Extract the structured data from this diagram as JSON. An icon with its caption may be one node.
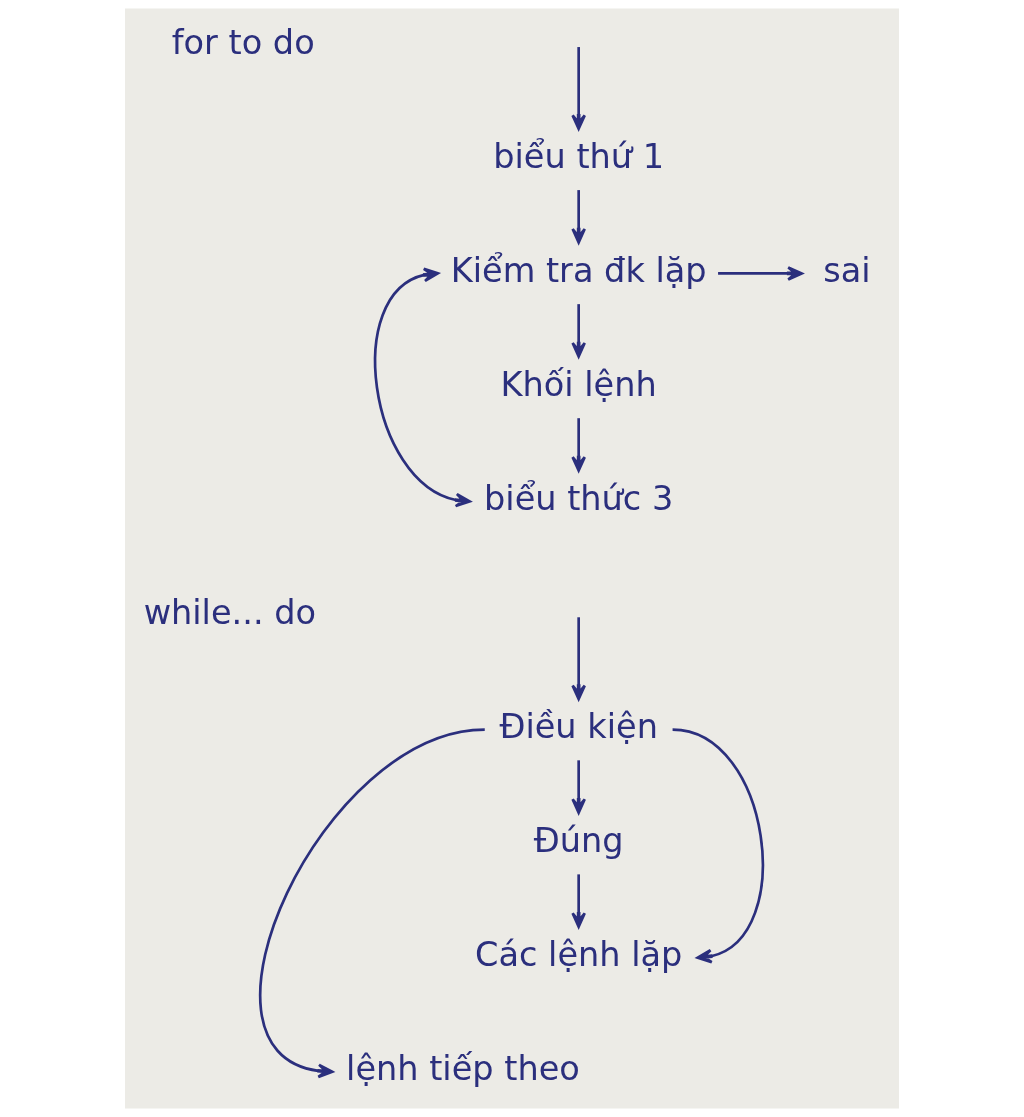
{
  "diagram": {
    "nodes": [
      {
        "text": [
          "biểu thứ 1"
        ]
      },
      {
        "text": [
          "Kiểm tra đk lặp"
        ]
      },
      {
        "text": [
          "sai"
        ]
      },
      {
        "text": [
          "Khối lệnh"
        ]
      },
      {
        "text": [
          "biểu thức 3"
        ]
      },
      {
        "text": [
          "Điều kiện"
        ]
      },
      {
        "text": [
          "Đúng"
        ]
      },
      {
        "text": [
          "Các lệnh lặp"
        ]
      },
      {
        "text": [
          "lệnh tiếp theo"
        ]
      }
    ],
    "edges": [
      {
        "from": null,
        "to": 0,
        "arrow": "to"
      },
      {
        "from": 0,
        "to": 1,
        "arrow": "to"
      },
      {
        "from": 1,
        "to": 2,
        "arrow": "to"
      },
      {
        "from": 1,
        "to": 3,
        "arrow": "to"
      },
      {
        "from": 3,
        "to": 4,
        "arrow": "to"
      },
      {
        "from": 1,
        "to": 4,
        "arrow": "both"
      },
      {
        "from": null,
        "to": 5,
        "arrow": "to"
      },
      {
        "from": 5,
        "to": 6,
        "arrow": "to"
      },
      {
        "from": 6,
        "to": 7,
        "arrow": "to"
      },
      {
        "from": 5,
        "to": 7,
        "arrow": "to"
      },
      {
        "from": 5,
        "to": 8,
        "arrow": "to"
      }
    ],
    "labels": [
      "for to do",
      "while... do"
    ]
  }
}
